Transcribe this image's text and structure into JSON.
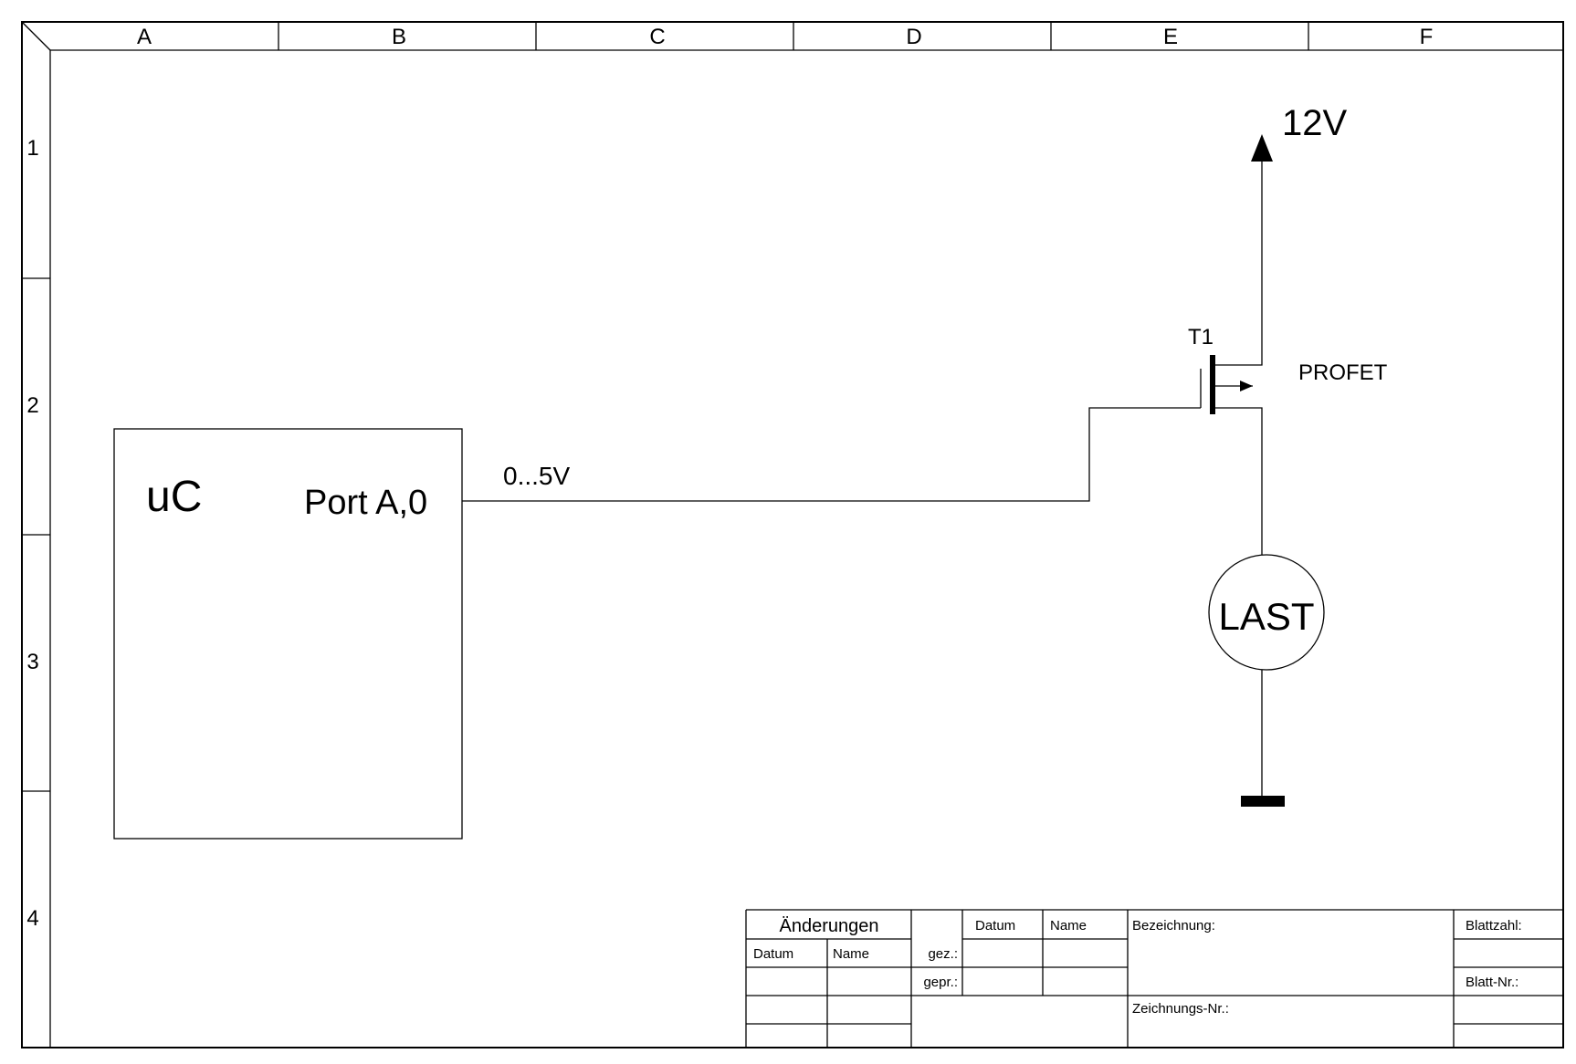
{
  "frame": {
    "columns": [
      "A",
      "B",
      "C",
      "D",
      "E",
      "F"
    ],
    "rows": [
      "1",
      "2",
      "3",
      "4"
    ]
  },
  "circuit": {
    "supply_label": "12V",
    "transistor_label": "T1",
    "transistor_type": "PROFET",
    "mcu_label": "uC",
    "port_label": "Port A,0",
    "signal_label": "0...5V",
    "load_label": "LAST"
  },
  "title_block": {
    "aenderungen": "Änderungen",
    "datum_header": "Datum",
    "name_header": "Name",
    "datum_col": "Datum",
    "name_col": "Name",
    "gez": "gez.:",
    "gepr": "gepr.:",
    "bezeichnung": "Bezeichnung:",
    "blattzahl": "Blattzahl:",
    "blatt_nr": "Blatt-Nr.:",
    "zeichnungs_nr": "Zeichnungs-Nr.:"
  }
}
